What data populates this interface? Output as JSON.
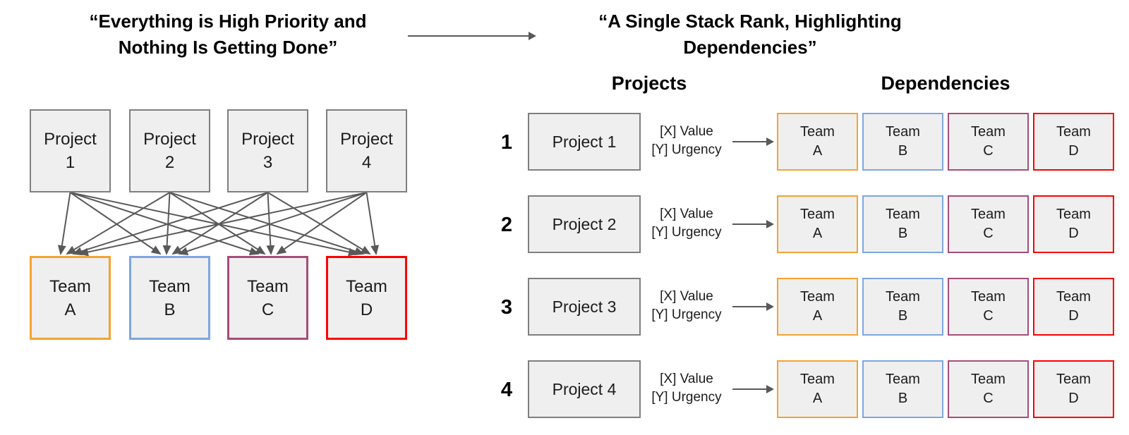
{
  "left_panel": {
    "title": [
      "“Everything is High Priority and",
      "Nothing Is Getting Done”"
    ],
    "projects": [
      [
        "Project",
        "1"
      ],
      [
        "Project",
        "2"
      ],
      [
        "Project",
        "3"
      ],
      [
        "Project",
        "4"
      ]
    ],
    "teams": [
      [
        "Team",
        "A"
      ],
      [
        "Team",
        "B"
      ],
      [
        "Team",
        "C"
      ],
      [
        "Team",
        "D"
      ]
    ]
  },
  "right_panel": {
    "title": [
      "“A Single Stack Rank, Highlighting",
      "Dependencies”"
    ],
    "projects_header": "Projects",
    "dependencies_header": "Dependencies",
    "value_lines": [
      "[X] Value",
      "[Y] Urgency"
    ],
    "team_labels": [
      [
        "Team",
        "A"
      ],
      [
        "Team",
        "B"
      ],
      [
        "Team",
        "C"
      ],
      [
        "Team",
        "D"
      ]
    ],
    "rows": [
      {
        "rank": "1",
        "project": "Project 1"
      },
      {
        "rank": "2",
        "project": "Project 2"
      },
      {
        "rank": "3",
        "project": "Project 3"
      },
      {
        "rank": "4",
        "project": "Project 4"
      }
    ]
  },
  "colors": {
    "team_borders": [
      "#F5A331",
      "#7EA6E0",
      "#A64D79",
      "#FF0000"
    ],
    "box_fill": "#EFEFEF",
    "box_border": "#7F7F7F",
    "arrow": "#595959"
  }
}
